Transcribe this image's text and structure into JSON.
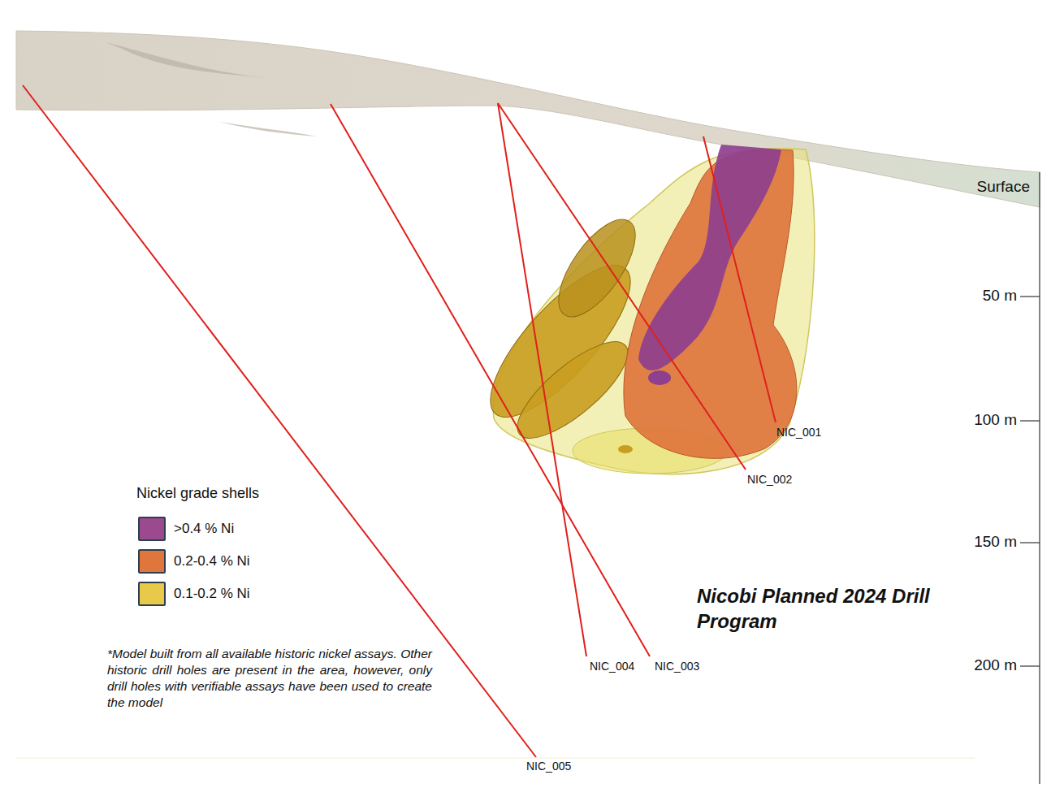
{
  "diagram": {
    "title": "Nicobi Planned 2024 Drill Program",
    "caption": "*Model built from all available historic nickel assays. Other historic drill holes are present in the area, however, only drill holes with verifiable assays have been used to create the model",
    "labels": [
      "Surface",
      "50 m",
      "100 m",
      "150 m",
      "200 m",
      "NIC_001",
      "NIC_002",
      "NIC_004",
      "NIC_003",
      "NIC_005",
      "Nickel grade shells"
    ],
    "legend": [
      {
        "text": ">0.4 % Ni",
        "color": "#9b4a8e"
      },
      {
        "text": "0.2-0.4 % Ni",
        "color": "#e0763c"
      },
      {
        "text": "0.1-0.2 % Ni",
        "color": "#e9c94a"
      }
    ]
  }
}
